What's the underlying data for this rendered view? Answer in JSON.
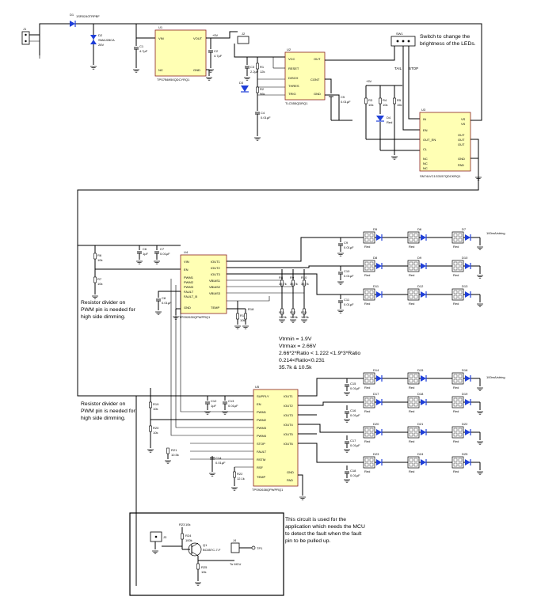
{
  "notes": {
    "switch_note": [
      "Switch to change the",
      "brightness of the LEDs."
    ],
    "divider_note_1": [
      "Resistor divider on",
      "PWM pin is needed for",
      "high side dimming."
    ],
    "divider_note_2": [
      "Resistor divider on",
      "PWM pin is needed for",
      "high side dimming."
    ],
    "vtrim": [
      "Vtrmin = 1.9V",
      "Vtrmax = 2.66V",
      "2.66*2*Ratio < 1.222 <1.9*3*Ratio",
      "0.214<Ratio<0.231",
      "35.7k & 10.5k"
    ],
    "fault_note": [
      "This circuit is used for the",
      "application which needs the MCU",
      "to detect the fault when the fault",
      "pin to be pulled up."
    ]
  },
  "labels": {
    "tail": "TAIL",
    "stop": "STOP",
    "vcc5_a": "+5V",
    "vcc5_b": "+5V",
    "current_top": "100mA/string",
    "current_bottom": "100mA/string",
    "to_mcu": "To MCU",
    "tp": "TP1",
    "diode_top": "1SR0240TRPBF",
    "tvs": "SMAJ28CA",
    "tvs_v": "28V"
  },
  "ics": {
    "u1": {
      "ref": "U1",
      "part": "TPS7B6950QDCYRQ1",
      "pins_left": [
        "VIN",
        "",
        "NC"
      ],
      "pins_right": [
        "VOUT",
        "",
        "GND"
      ]
    },
    "u2": {
      "ref": "U2",
      "part": "TLC555QDRQ1",
      "pins_left": [
        "VCC",
        "RESET",
        "DISCH",
        "THRES",
        "TRIG"
      ],
      "pins_right": [
        "OUT",
        "",
        "CONT",
        "",
        "GND"
      ]
    },
    "u3": {
      "ref": "U3",
      "part": "SN74LVC1G3157QDCKRQ1",
      "pins_left": [
        "IN",
        "",
        "EN",
        "",
        "OUT_EN",
        "",
        "CL",
        "",
        "NC",
        "NC",
        "NC"
      ],
      "pins_right": [
        "VS",
        "VS",
        "",
        "OUT",
        "OUT",
        "OUT",
        "",
        "GND",
        "PAD"
      ]
    },
    "u4": {
      "ref": "U4",
      "part": "TPS92630QPWPRQ1",
      "pins_left": [
        "VIN",
        "EN",
        "PWM1",
        "PWM2",
        "PWM3",
        "FAULT",
        "FAULT_B",
        "GND"
      ],
      "pins_right": [
        "IOUT1",
        "IOUT2",
        "IOUT3",
        "VBIAS1",
        "VBIAS2",
        "VBIAS3",
        "",
        "TEMP"
      ]
    },
    "u5": {
      "ref": "U5",
      "part": "TPS92638QPWPRQ1",
      "pins_left": [
        "SUPPLY",
        "EN",
        "PWM1",
        "PWM2",
        "PWM3",
        "PWM4",
        "STOP",
        "FAULT",
        "RSTM",
        "RSF",
        "TEMP"
      ],
      "pins_right": [
        "IOUT1",
        "IOUT2",
        "IOUT3",
        "IOUT4",
        "IOUT5",
        "IOUT6",
        "",
        "GND",
        "PAD"
      ]
    }
  },
  "components": {
    "d1": "D1",
    "d2": "D2",
    "j1": "J1",
    "j2": "J2",
    "j3": "J3",
    "j4": "J4",
    "sw": "SW1",
    "c1": "C1",
    "c1v": "4.7µF",
    "c2": "C2",
    "c2v": "4.7µF",
    "c3": "C3",
    "c3v": "2.2µF",
    "r1": "R1",
    "r1v": "12k",
    "r2": "R2",
    "r2v": "96k",
    "d3": "D3",
    "c4": "C4",
    "c4v": "0.01µF",
    "c5": "C5",
    "c5v": "0.01µF",
    "r3": "R3",
    "r3v": "10k",
    "r4": "R4",
    "r4v": "10k",
    "r5": "R5",
    "r5v": "15k",
    "d4": "D4",
    "d4v": "Red",
    "r6": "R6",
    "r6v": "10k",
    "r7": "R7",
    "r7v": "10k",
    "c6": "C6",
    "c6v": "1µF",
    "c7": "C7",
    "c7v": "0.01µF",
    "c8": "C8",
    "c8v": "0.01µF",
    "r8": "R8",
    "r8v": "33k",
    "r9": "R9",
    "r9v": "33k",
    "r10": "R10",
    "r10v": "33k",
    "r11": "R11",
    "r11v": "10.5k",
    "r12": "R12",
    "r12v": "10.5k",
    "r13": "R13",
    "r13v": "10.5k",
    "c9": "C9",
    "c9v": "0.01µF",
    "c10": "C10",
    "c10v": "0.01µF",
    "c11": "C11",
    "c11v": "0.01µF",
    "r14": "R14",
    "r14v": "35.7k",
    "r15": "R15",
    "r15v": "35.7k",
    "r16": "R16",
    "r16v": "35.7k",
    "r17": "R17",
    "r17v": "10k",
    "r18": "R18",
    "r18v": "10k",
    "c12": "C12",
    "c12v": "1µF",
    "c13": "C13",
    "c13v": "0.01µF",
    "c14": "C14",
    "c14v": "0.01µF",
    "c15": "C15",
    "c15v": "0.01µF",
    "c16": "C16",
    "c16v": "0.01µF",
    "c17": "C17",
    "c17v": "0.01µF",
    "c18": "C18",
    "c18v": "0.01µF",
    "c19": "C19",
    "c19v": "0.01µF",
    "r19": "R19",
    "r19v": "10k",
    "r20": "R20",
    "r20v": "10k",
    "r21": "R21",
    "r21v": "10.5k",
    "r22": "R22",
    "r22v": "12.1k",
    "r23": "R23",
    "r23v": "10k",
    "r24": "R24",
    "r24v": "100k",
    "r25": "R25",
    "r25v": "10k",
    "q1": "Q1",
    "q1v": "BC857C-7-F"
  },
  "led_rows": [
    {
      "refs": [
        "D5",
        "D6",
        "D7"
      ],
      "color": "Red"
    },
    {
      "refs": [
        "D8",
        "D9",
        "D10"
      ],
      "color": "Red"
    },
    {
      "refs": [
        "D11",
        "D12",
        "D13"
      ],
      "color": "Red"
    },
    {
      "refs": [
        "D14",
        "D15",
        "D16"
      ],
      "color": "Red"
    },
    {
      "refs": [
        "D17",
        "D18",
        "D19"
      ],
      "color": "Red"
    },
    {
      "refs": [
        "D20",
        "D21",
        "D22"
      ],
      "color": "Red"
    },
    {
      "refs": [
        "D23",
        "D24",
        "D25"
      ],
      "color": "Red"
    }
  ],
  "gnd_label": "GND",
  "colors": {
    "ic_fill": "#ffffb4",
    "ic_border": "#8a2020",
    "led": "#1f3fd8",
    "wire": "#000000"
  }
}
